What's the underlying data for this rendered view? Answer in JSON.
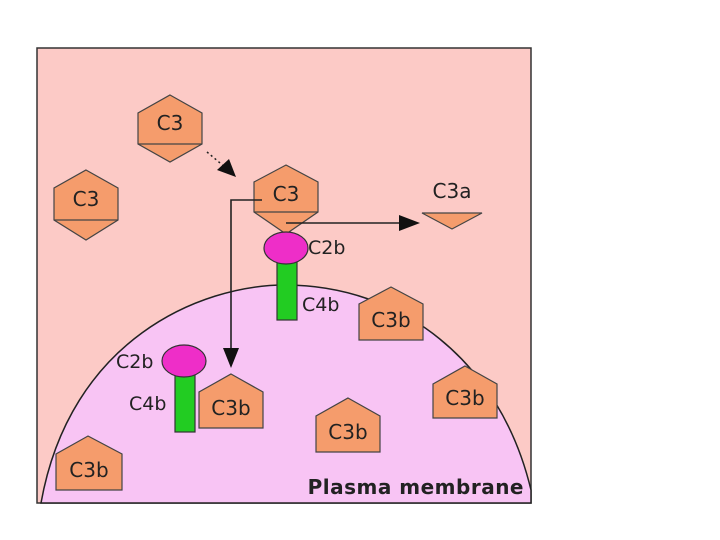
{
  "colors": {
    "background": "#fccac6",
    "membrane": "#f8c4f4",
    "molecule": "#f59c6c",
    "c2b": "#ee2ec8",
    "c4b": "#22cc22"
  },
  "labels": {
    "c3_top": "C3",
    "c3_left": "C3",
    "c3_center": "C3",
    "c3a": "C3a",
    "c2b_upper": "C2b",
    "c4b_upper": "C4b",
    "c2b_lower": "C2b",
    "c4b_lower": "C4b",
    "c3b_1": "C3b",
    "c3b_2": "C3b",
    "c3b_3": "C3b",
    "c3b_4": "C3b",
    "c3b_5": "C3b",
    "plasma_membrane": "Plasma membrane"
  }
}
